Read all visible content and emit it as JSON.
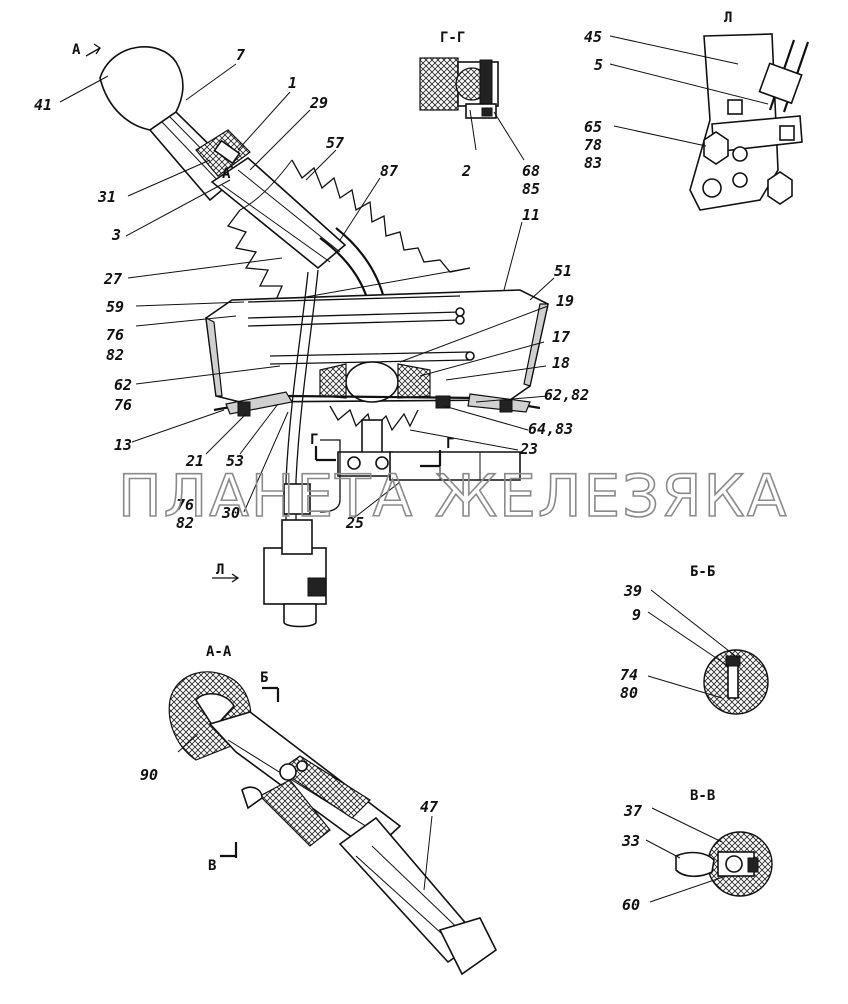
{
  "watermark": "ПЛАНЕТА ЖЕЛЕЗЯКА",
  "views": {
    "section_gg": "Г-Г",
    "view_l": "Л",
    "section_aa": "А-А",
    "section_bb": "Б-Б",
    "section_vv": "В-В"
  },
  "markers": {
    "a_top": "А",
    "a_mid": "А",
    "g_left": "Г",
    "g_right": "Г",
    "l_arrow": "Л",
    "b_top": "Б",
    "v_bottom": "В"
  },
  "callouts": [
    {
      "id": "c41",
      "text": "41"
    },
    {
      "id": "c7",
      "text": "7"
    },
    {
      "id": "c1",
      "text": "1"
    },
    {
      "id": "c29",
      "text": "29"
    },
    {
      "id": "c57",
      "text": "57"
    },
    {
      "id": "c87",
      "text": "87"
    },
    {
      "id": "c31",
      "text": "31"
    },
    {
      "id": "c3",
      "text": "3"
    },
    {
      "id": "c27",
      "text": "27"
    },
    {
      "id": "c11",
      "text": "11"
    },
    {
      "id": "c51",
      "text": "51"
    },
    {
      "id": "c19",
      "text": "19"
    },
    {
      "id": "c59",
      "text": "59"
    },
    {
      "id": "c76a",
      "text": "76"
    },
    {
      "id": "c82a",
      "text": "82"
    },
    {
      "id": "c17",
      "text": "17"
    },
    {
      "id": "c18",
      "text": "18"
    },
    {
      "id": "c62a",
      "text": "62"
    },
    {
      "id": "c76b",
      "text": "76"
    },
    {
      "id": "c6282",
      "text": "62,82"
    },
    {
      "id": "c13",
      "text": "13"
    },
    {
      "id": "c6483",
      "text": "64,83"
    },
    {
      "id": "c23",
      "text": "23"
    },
    {
      "id": "c21",
      "text": "21"
    },
    {
      "id": "c53",
      "text": "53"
    },
    {
      "id": "c76c",
      "text": "76"
    },
    {
      "id": "c82c",
      "text": "82"
    },
    {
      "id": "c30",
      "text": "30"
    },
    {
      "id": "c25",
      "text": "25"
    },
    {
      "id": "c2",
      "text": "2"
    },
    {
      "id": "c68",
      "text": "68"
    },
    {
      "id": "c85",
      "text": "85"
    },
    {
      "id": "c45",
      "text": "45"
    },
    {
      "id": "c5",
      "text": "5"
    },
    {
      "id": "c65",
      "text": "65"
    },
    {
      "id": "c78",
      "text": "78"
    },
    {
      "id": "c83",
      "text": "83"
    },
    {
      "id": "c39",
      "text": "39"
    },
    {
      "id": "c9",
      "text": "9"
    },
    {
      "id": "c74",
      "text": "74"
    },
    {
      "id": "c80",
      "text": "80"
    },
    {
      "id": "c90",
      "text": "90"
    },
    {
      "id": "c47",
      "text": "47"
    },
    {
      "id": "c37",
      "text": "37"
    },
    {
      "id": "c33",
      "text": "33"
    },
    {
      "id": "c60",
      "text": "60"
    }
  ]
}
